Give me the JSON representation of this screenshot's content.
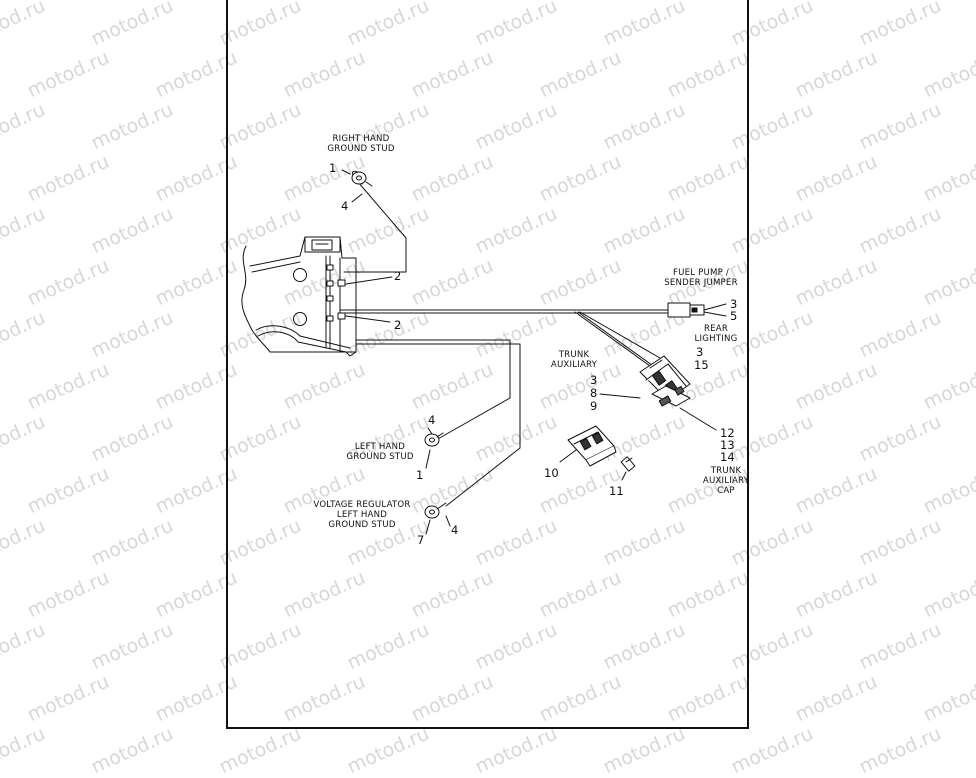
{
  "watermark": {
    "text": "motod.ru",
    "color": "#d7d7d7"
  },
  "labels": {
    "right_hand_ground_stud": "RIGHT HAND\nGROUND STUD",
    "fuel_pump_sender_jumper": "FUEL PUMP /\nSENDER JUMPER",
    "rear_lighting": "REAR\nLIGHTING",
    "trunk_auxiliary": "TRUNK\nAUXILIARY",
    "left_hand_ground_stud": "LEFT HAND\nGROUND STUD",
    "voltage_regulator_ground_stud": "VOLTAGE REGULATOR\nLEFT HAND\nGROUND STUD",
    "trunk_auxiliary_cap": "TRUNK\nAUXILIARY\nCAP"
  },
  "callouts": {
    "rh_stud_1": "1",
    "rh_stud_4": "4",
    "clip_upper_2": "2",
    "clip_lower_2": "2",
    "fuel_pump_3": "3",
    "fuel_pump_5": "5",
    "rear_lighting_3": "3",
    "rear_lighting_15": "15",
    "trunk_aux_3": "3",
    "trunk_aux_8": "8",
    "trunk_aux_9": "9",
    "cap_12": "12",
    "cap_13": "13",
    "cap_14": "14",
    "lh_stud_4": "4",
    "lh_stud_1": "1",
    "part_10": "10",
    "part_11": "11",
    "vr_stud_7": "7",
    "vr_stud_4": "4"
  }
}
